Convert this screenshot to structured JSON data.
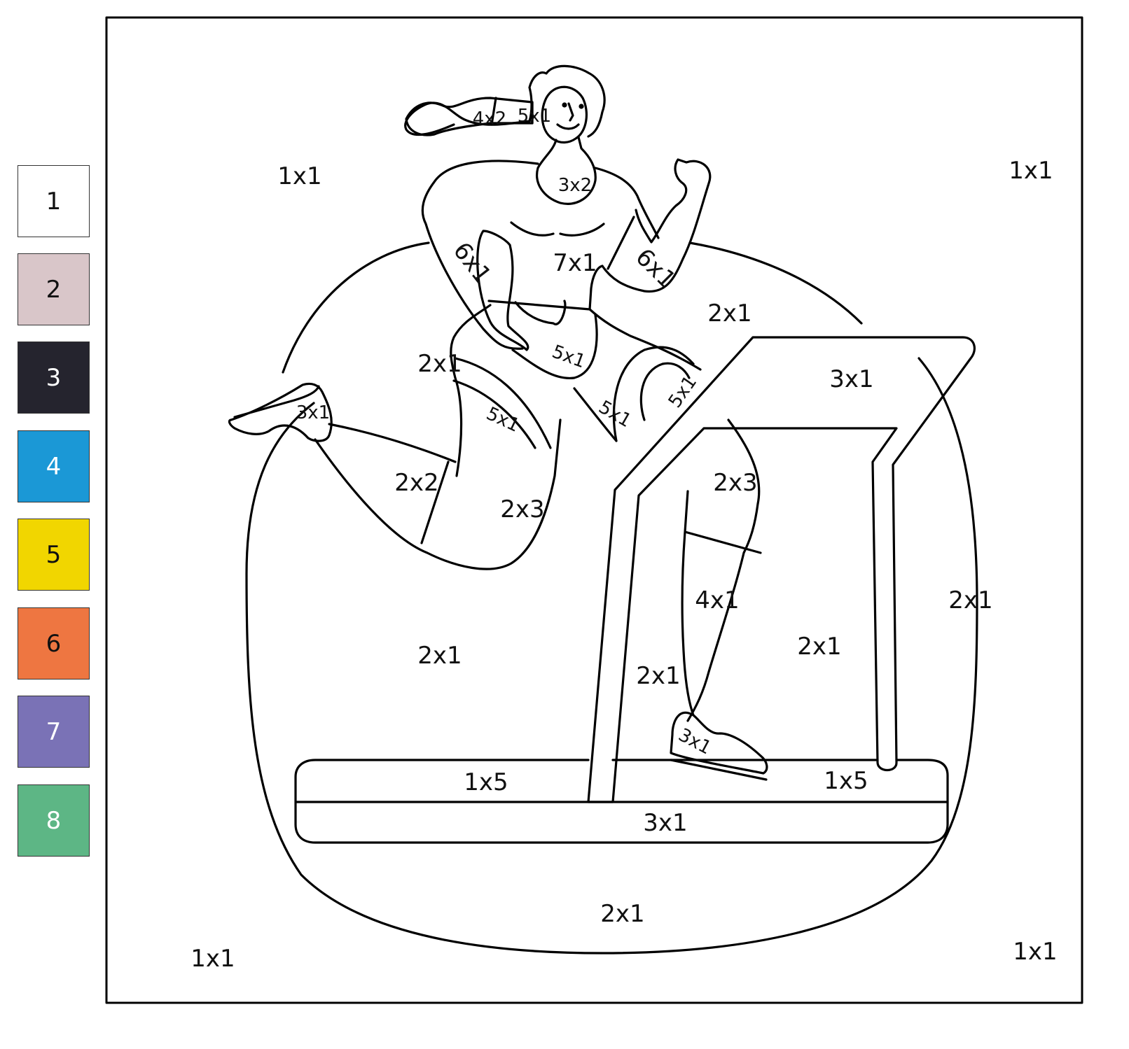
{
  "palette": [
    {
      "number": "1",
      "color": "#ffffff",
      "text_color": "#111111"
    },
    {
      "number": "2",
      "color": "#d9c6c9",
      "text_color": "#111111"
    },
    {
      "number": "3",
      "color": "#25242e",
      "text_color": "#ffffff"
    },
    {
      "number": "4",
      "color": "#1b98d6",
      "text_color": "#ffffff"
    },
    {
      "number": "5",
      "color": "#f1d600",
      "text_color": "#111111"
    },
    {
      "number": "6",
      "color": "#ee7641",
      "text_color": "#111111"
    },
    {
      "number": "7",
      "color": "#7a72b6",
      "text_color": "#ffffff"
    },
    {
      "number": "8",
      "color": "#5db685",
      "text_color": "#ffffff"
    }
  ],
  "regions": {
    "bg_top_left": "1x1",
    "bg_top_right": "1x1",
    "bg_bottom_left": "1x1",
    "bg_bottom_right": "1x1",
    "hair_tail_left": "4x2",
    "hair_band": "5x1",
    "neck": "3x2",
    "left_sleeve": "6x1",
    "shirt": "7x1",
    "right_sleeve": "6x1",
    "blob_upper_right": "2x1",
    "console": "3x1",
    "blob_left_mid": "2x1",
    "shorts_center": "5x1",
    "back_shoe": "3x1",
    "shorts_band_left": "5x1",
    "shorts_band_mid": "5x1",
    "shorts_band_right": "5x1",
    "back_shin": "2x2",
    "back_thigh": "2x3",
    "front_thigh": "2x3",
    "front_shin": "4x1",
    "blob_right": "2x1",
    "blob_center_right": "2x1",
    "blob_left_lower": "2x1",
    "blob_between_legs": "2x1",
    "front_shoe": "3x1",
    "belt_left": "1x5",
    "belt_right": "1x5",
    "deck": "3x1",
    "blob_bottom": "2x1"
  }
}
